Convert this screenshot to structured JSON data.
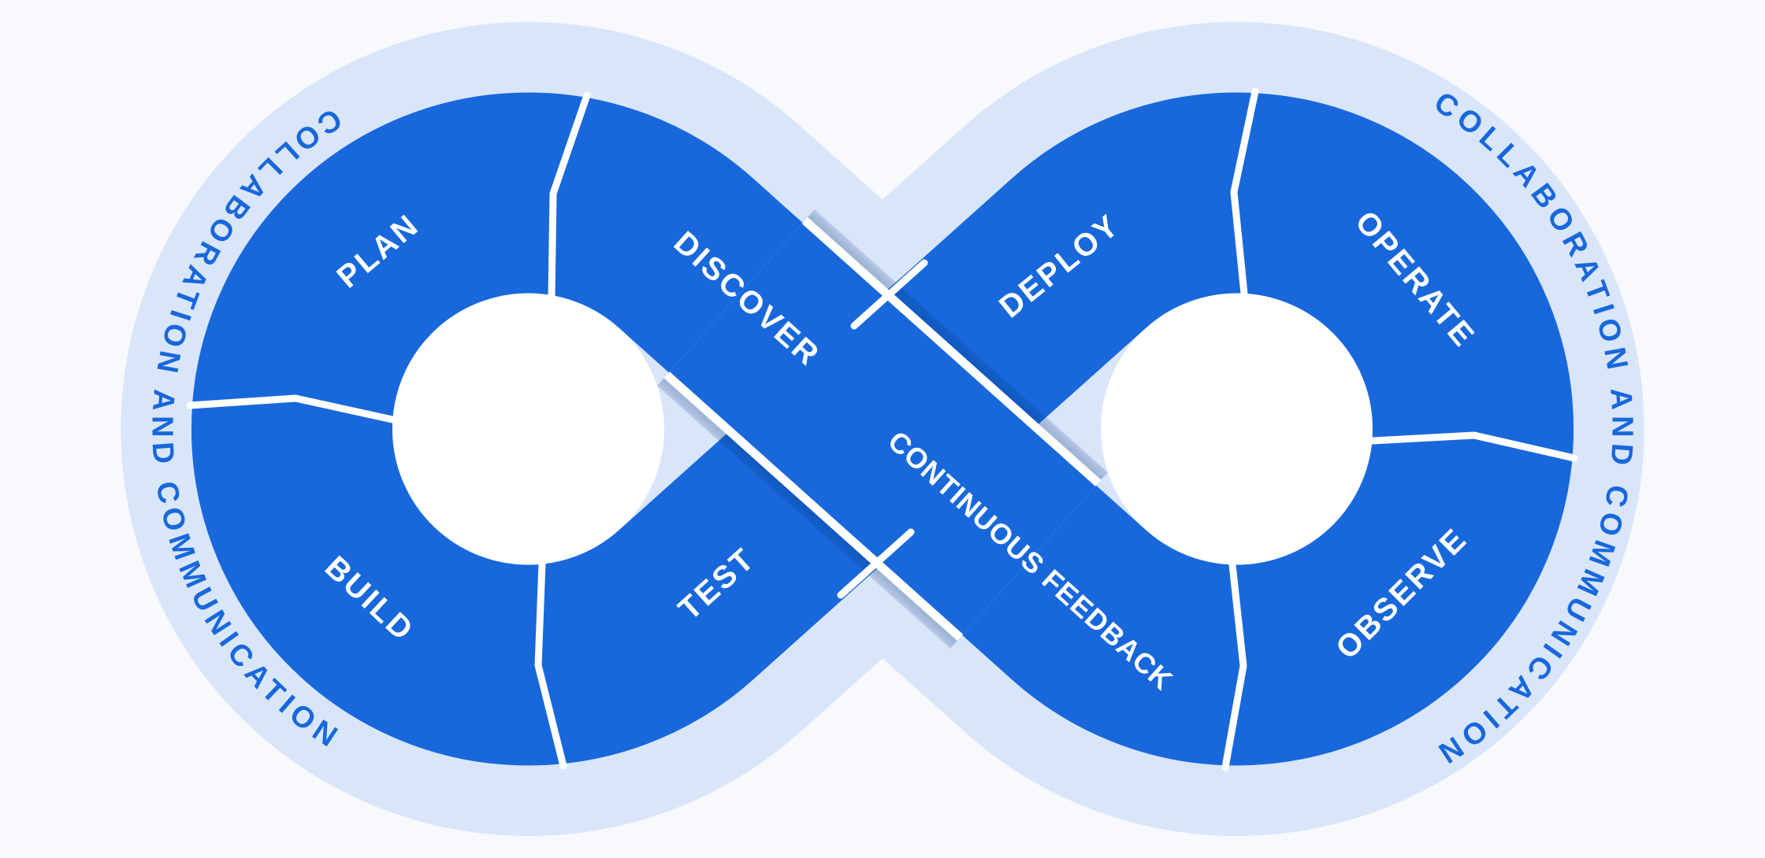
{
  "diagram": {
    "title": "DevOps infinity loop",
    "colors": {
      "loop_blue": "#1868db",
      "halo": "#d9e5f9",
      "background": "#f7f9fc",
      "hole_white": "#ffffff",
      "label_text": "#ffffff",
      "arc_text": "#1868db"
    },
    "segments": {
      "plan": "PLAN",
      "discover": "DISCOVER",
      "build": "BUILD",
      "test": "TEST",
      "deploy": "DEPLOY",
      "operate": "OPERATE",
      "observe": "OBSERVE",
      "feedback": "CONTINUOUS FEEDBACK"
    },
    "arc_text": {
      "left": "COLLABORATION AND COMMUNICATION",
      "right": "COLLABORATION AND COMMUNICATION"
    }
  }
}
